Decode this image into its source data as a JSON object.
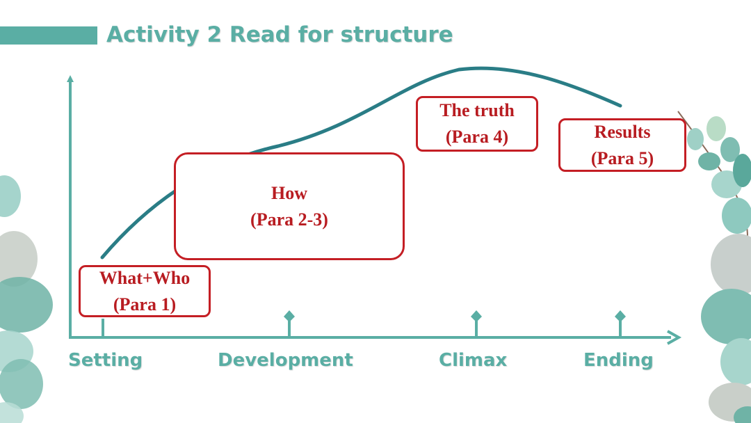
{
  "title": "Activity 2 Read for structure",
  "colors": {
    "accent": "#5aaea4",
    "curve": "#2a7d86",
    "box_border": "#c41e24",
    "box_text": "#b81c21"
  },
  "stages": [
    "Setting",
    "Development",
    "Climax",
    "Ending"
  ],
  "boxes": {
    "what_who": {
      "line1": "What+Who",
      "line2": "(Para 1)"
    },
    "how": {
      "line1": "How",
      "line2": "(Para 2-3)"
    },
    "truth": {
      "line1": "The truth",
      "line2": "(Para 4)"
    },
    "results": {
      "line1": "Results",
      "line2": "(Para 5)"
    }
  },
  "decoration": "eucalyptus-leaves"
}
